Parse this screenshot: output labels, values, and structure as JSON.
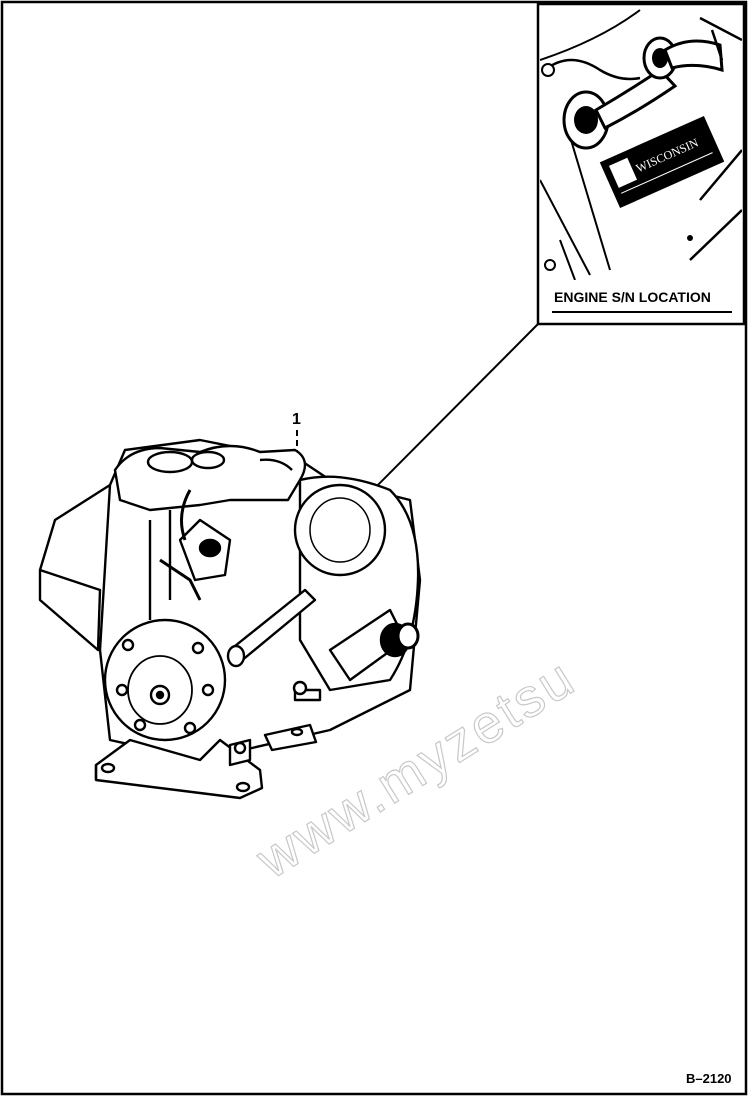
{
  "figure": {
    "callout_number": "1",
    "inset_title": "ENGINE S/N LOCATION",
    "figure_id": "B–2120",
    "plate_brand": "WISCONSIN",
    "watermark": "www.myzetsu"
  },
  "icons": {
    "engine": "engine-drawing",
    "nameplate": "engine-nameplate",
    "hose": "hose-fitting"
  }
}
